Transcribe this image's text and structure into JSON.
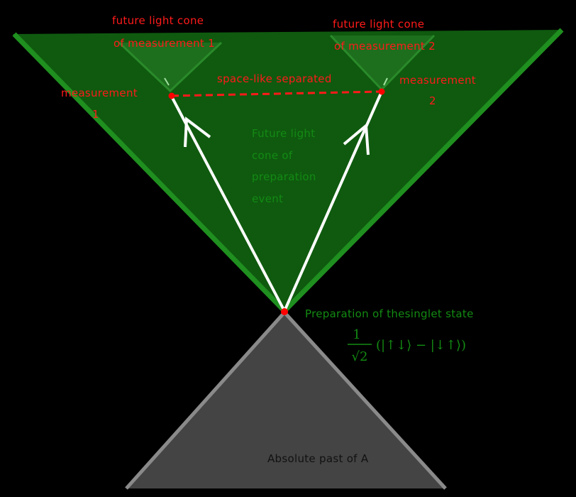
{
  "colors": {
    "background": "#000000",
    "future_cone_fill": "#0f5a0f",
    "future_cone_edge": "#1f8f1f",
    "measurement_cone_fill": "#1d6e1d",
    "past_cone_fill": "#444444",
    "past_cone_edge": "#8a8a8a",
    "world_line": "#ffffff",
    "event_dot": "#ff0000",
    "red_label": "#ff1a1a",
    "green_label": "#138a13"
  },
  "labels": {
    "future_cone_m1": [
      "future light cone",
      "of measurement 1"
    ],
    "future_cone_m2": [
      "future light cone",
      "of measurement 2"
    ],
    "measurement_1": [
      "measurement",
      "1"
    ],
    "measurement_2": [
      "measurement",
      "2"
    ],
    "spacelike": "space-like separated",
    "future_cone_prep": [
      "Future light",
      "cone of",
      "preparation",
      "event"
    ],
    "preparation": "Preparation of thesinglet state",
    "state_numerator": "1",
    "state_denominator": "√2",
    "state_ket": "(|↑↓⟩ − |↓↑⟩)",
    "past": "Absolute past of A"
  }
}
